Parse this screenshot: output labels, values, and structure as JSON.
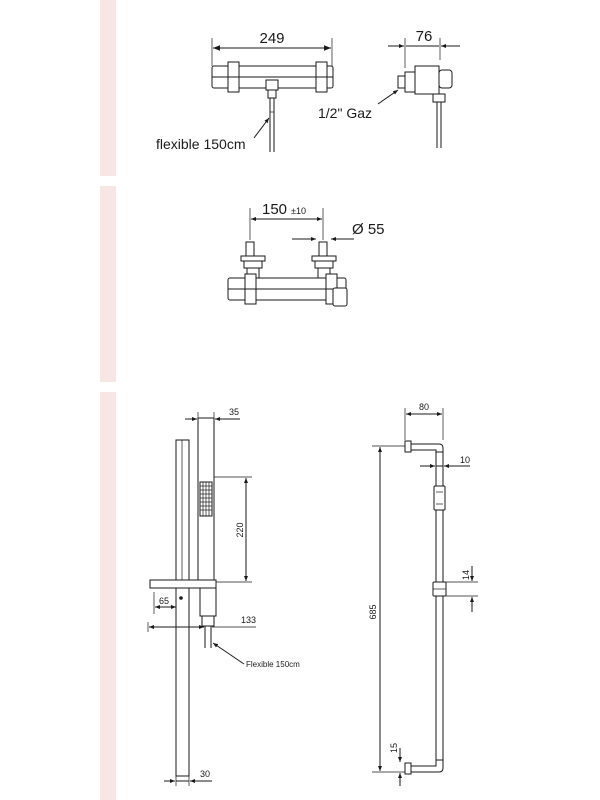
{
  "colors": {
    "strip": "#f7e6e3",
    "line": "#1a1a1a"
  },
  "panel1": {
    "dim_width": "249",
    "dim_depth": "76",
    "label_thread": "1/2\" Gaz",
    "label_hose": "flexible 150cm"
  },
  "panel2": {
    "dim_spacing": "150",
    "dim_tolerance": "±10",
    "dim_diameter": "Ø 55"
  },
  "panel3": {
    "dim_head_offset": "35",
    "dim_handset_length": "220",
    "dim_holder": "65",
    "dim_hose_reach": "133",
    "label_hose": "Flexible 150cm",
    "dim_bar_width": "30",
    "dim_top_depth": "80",
    "dim_rail": "10",
    "dim_slider": "14",
    "dim_height": "685",
    "dim_bottom": "15"
  }
}
